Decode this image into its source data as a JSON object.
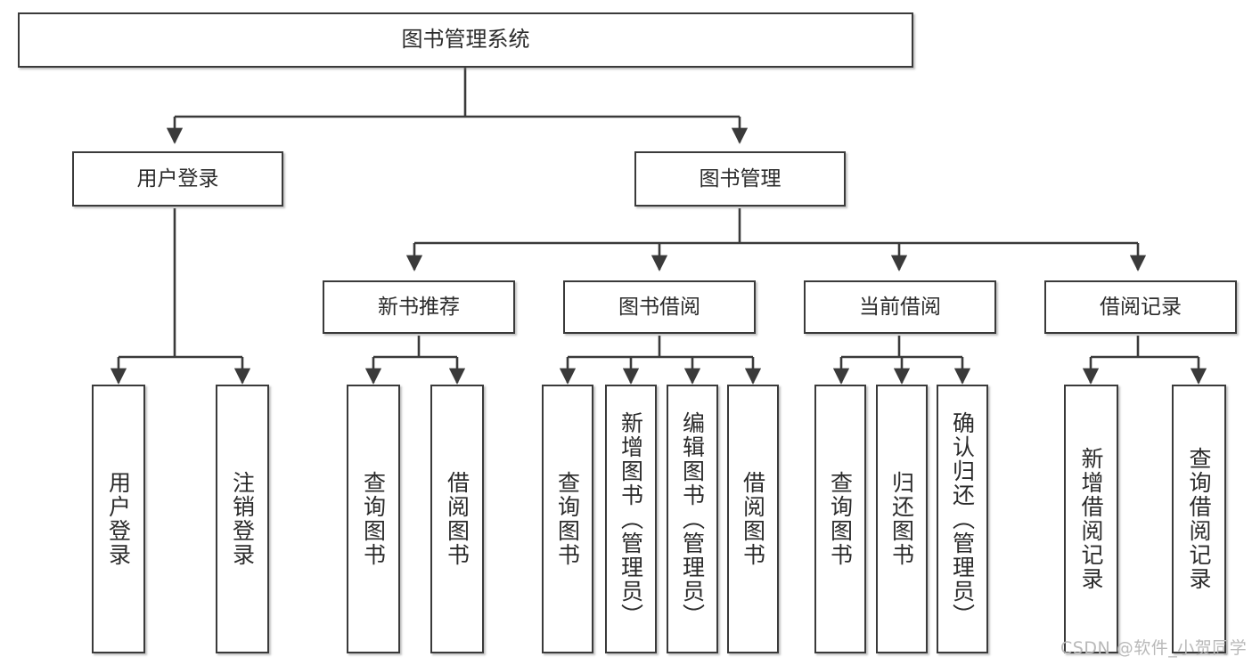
{
  "diagram": {
    "type": "hierarchy-tree",
    "title": "图书管理系统",
    "watermark": "CSDN @软件_小贺同学",
    "colors": {
      "box_border": "#3a3a3a",
      "box_fill": "#ffffff",
      "connector": "#3a3a3a",
      "text": "#2b2b2b",
      "watermark": "#b9b9b9"
    },
    "levels": {
      "root": {
        "label": "图书管理系统"
      },
      "level2": [
        {
          "label": "用户登录"
        },
        {
          "label": "图书管理"
        }
      ],
      "level3": [
        {
          "label": "新书推荐"
        },
        {
          "label": "图书借阅"
        },
        {
          "label": "当前借阅"
        },
        {
          "label": "借阅记录"
        }
      ],
      "leaves": {
        "user_login": [
          {
            "label": "用户登录"
          },
          {
            "label": "注销登录"
          }
        ],
        "new_book_recommend": [
          {
            "label": "查询图书"
          },
          {
            "label": "借阅图书"
          }
        ],
        "book_borrow": [
          {
            "label": "查询图书"
          },
          {
            "label": "新增图书（管理员）"
          },
          {
            "label": "编辑图书（管理员）"
          },
          {
            "label": "借阅图书"
          }
        ],
        "current_borrow": [
          {
            "label": "查询图书"
          },
          {
            "label": "归还图书"
          },
          {
            "label": "确认归还（管理员）"
          }
        ],
        "borrow_record": [
          {
            "label": "新增借阅记录"
          },
          {
            "label": "查询借阅记录"
          }
        ]
      }
    }
  }
}
